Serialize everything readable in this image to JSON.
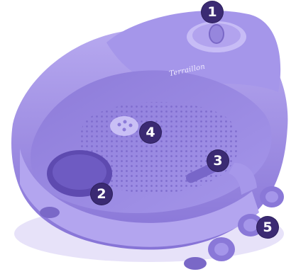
{
  "brand_label": "Terraillon",
  "callouts": [
    {
      "id": 1,
      "label": "1",
      "part": "control dial"
    },
    {
      "id": 2,
      "label": "2",
      "part": "side compartment"
    },
    {
      "id": 3,
      "label": "3",
      "part": "massage roller"
    },
    {
      "id": 4,
      "label": "4",
      "part": "rotating attachment"
    },
    {
      "id": 5,
      "label": "5",
      "part": "front rollers"
    }
  ],
  "colors": {
    "body": "#9b8ae3",
    "body_dark": "#7a68c7",
    "body_light": "#b8aaf0",
    "badge": "#3b2a73"
  }
}
